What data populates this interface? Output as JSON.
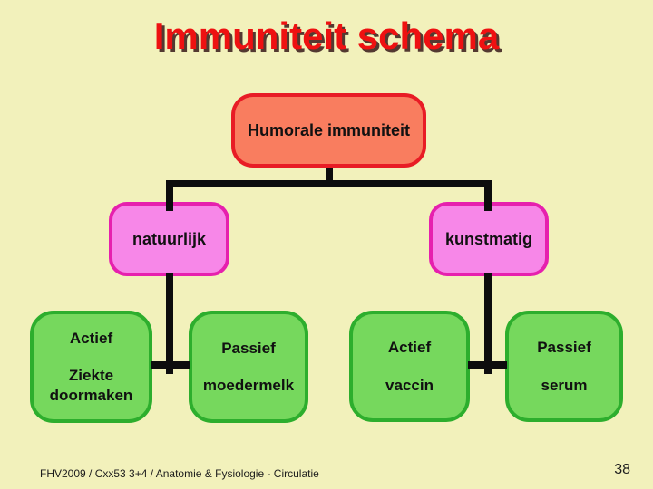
{
  "slide": {
    "title": "Immuniteit schema",
    "footer": "FHV2009 / Cxx53 3+4 / Anatomie & Fysiologie - Circulatie",
    "page_number": "38"
  },
  "colors": {
    "background": "#F2F1BB",
    "title_text": "#EE1111",
    "root_fill": "#F97D5F",
    "root_border": "#E81C25",
    "branch_fill": "#F787E8",
    "branch_border": "#E620AE",
    "leaf_fill": "#76D85D",
    "leaf_border": "#2DAE2D",
    "connector": "#0D0D0D"
  },
  "diagram": {
    "root": {
      "label": "Humorale immuniteit"
    },
    "branches": [
      {
        "label": "natuurlijk"
      },
      {
        "label": "kunstmatig"
      }
    ],
    "leaves": [
      {
        "type": "Actief",
        "detail": "Ziekte doormaken"
      },
      {
        "type": "Passief",
        "detail": "moedermelk"
      },
      {
        "type": "Actief",
        "detail": "vaccin"
      },
      {
        "type": "Passief",
        "detail": "serum"
      }
    ]
  }
}
